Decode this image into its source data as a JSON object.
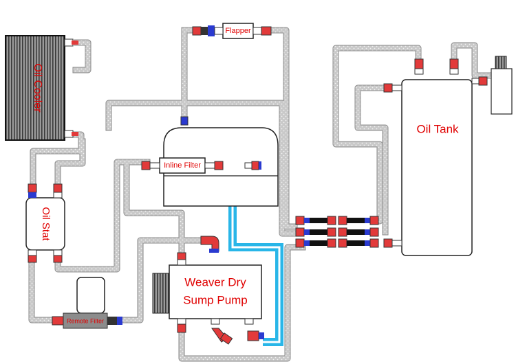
{
  "diagram": {
    "title": "",
    "components": {
      "oil_cooler": "Oil Cooler",
      "oil_stat": "Oil Stat",
      "flapper": "Flapper",
      "inline_filter": "Inline Filter",
      "remote_filter": "Remote Filter",
      "pump_line1": "Weaver Dry",
      "pump_line2": "Sump Pump",
      "oil_tank": "Oil Tank"
    },
    "colors": {
      "hose": "#c8c8c8",
      "hose_edge": "#8a8a8a",
      "water_line": "#29b6e8",
      "label_red": "#e00000",
      "fitting_red": "#e23a3a",
      "fitting_blue": "#2a3ad0"
    }
  }
}
